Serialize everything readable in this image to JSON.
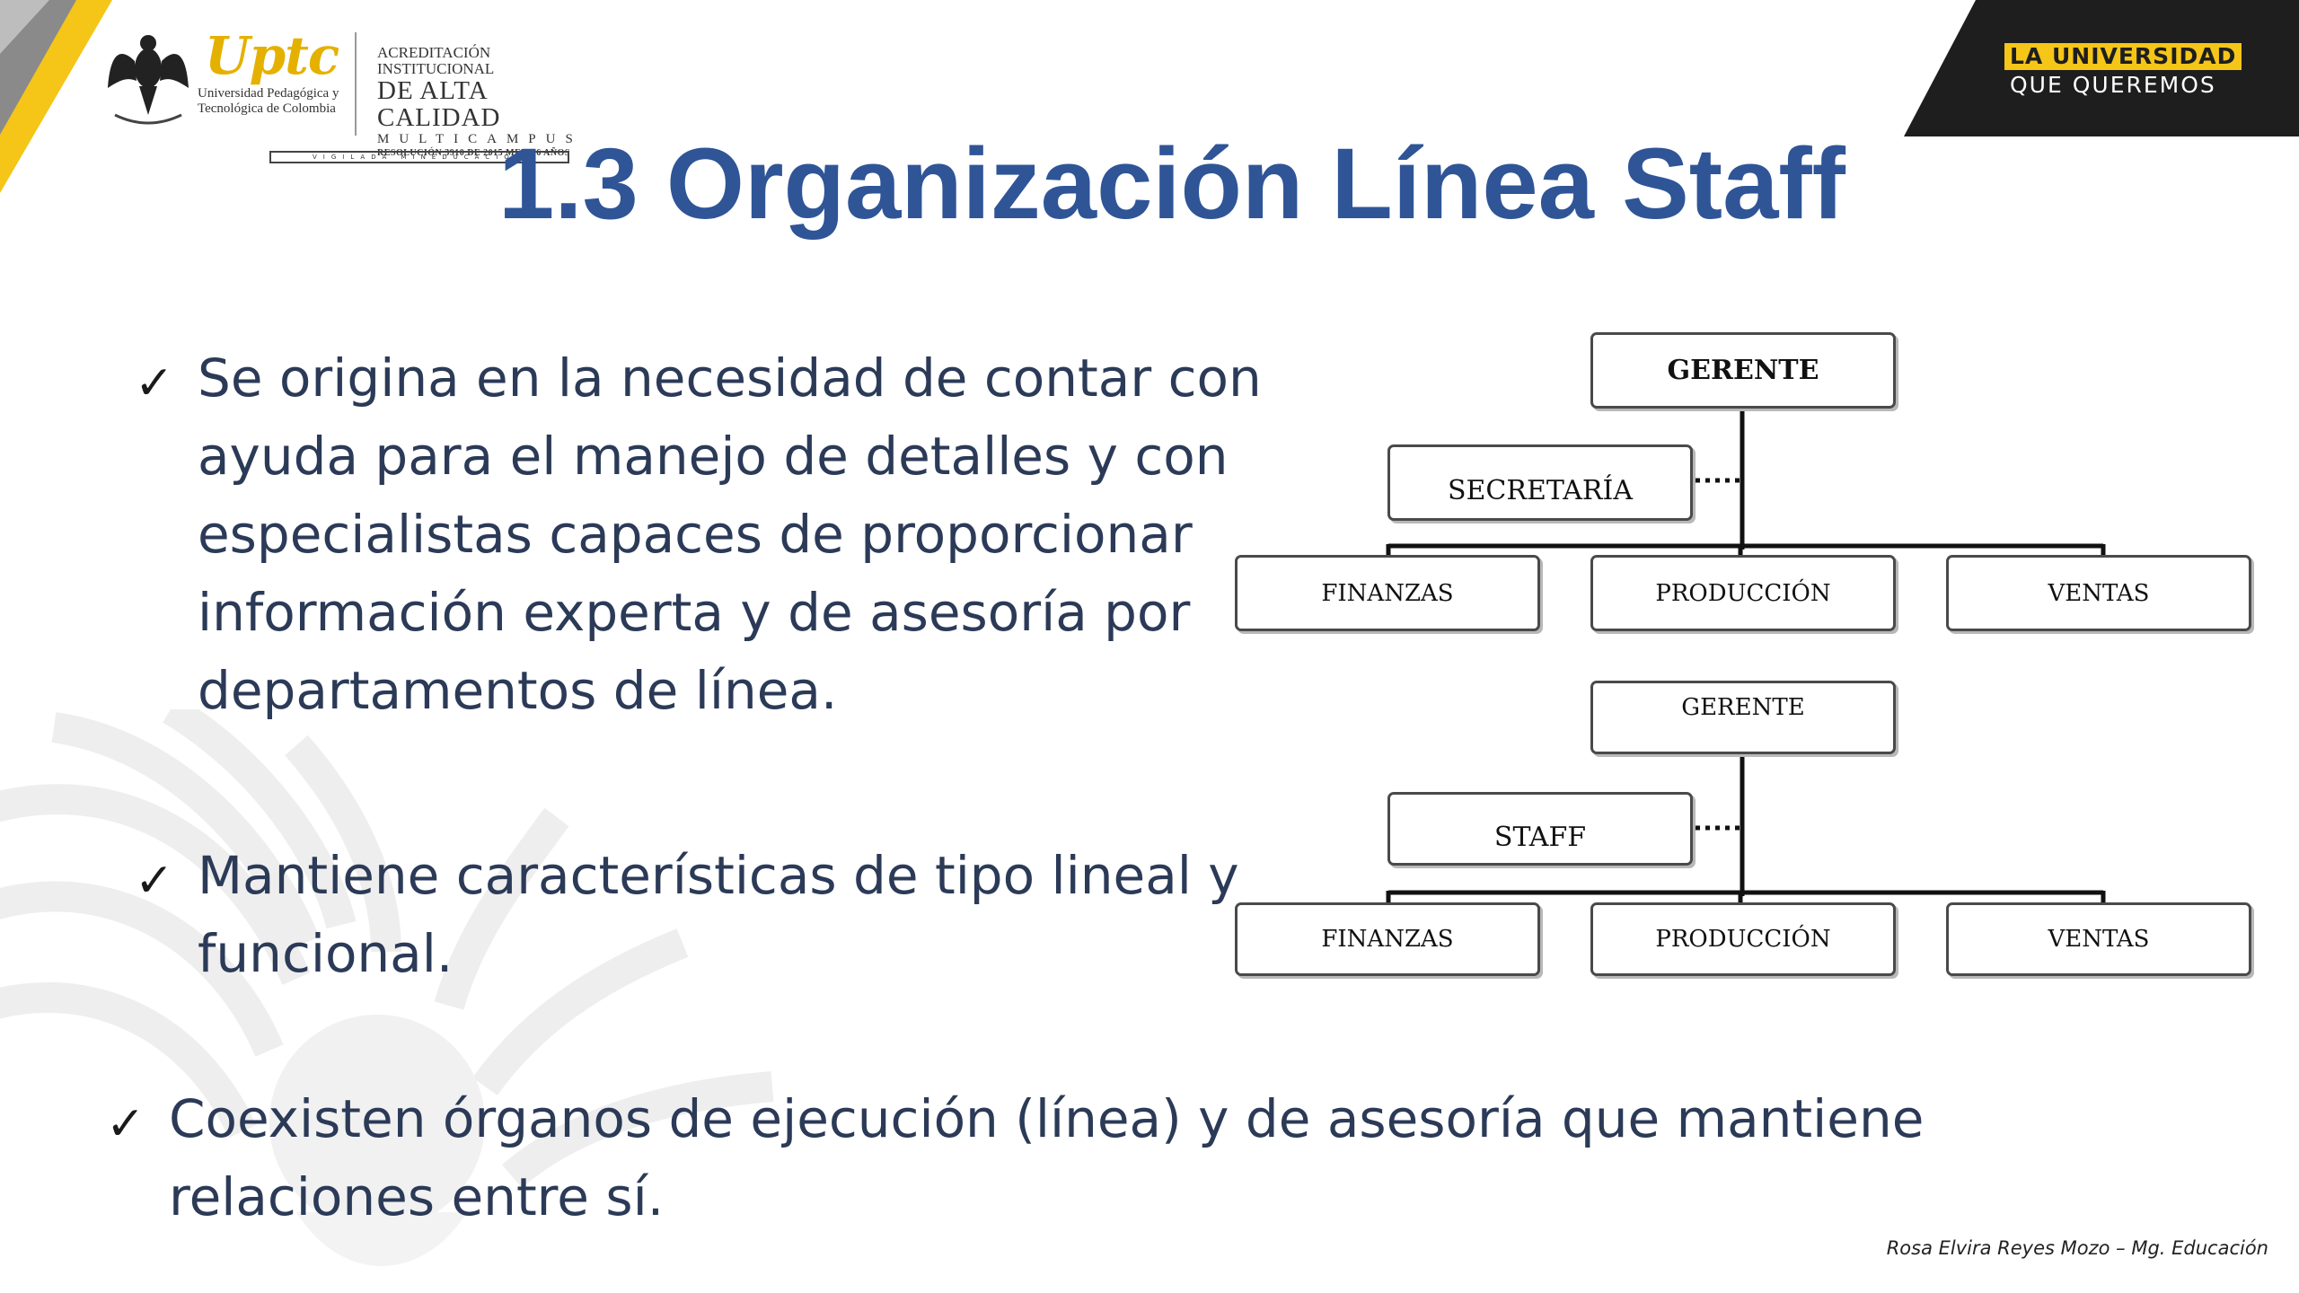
{
  "header": {
    "university_name": "Uptc",
    "university_subtitle_1": "Universidad Pedagógica y",
    "university_subtitle_2": "Tecnológica de Colombia",
    "accreditation_line_1": "ACREDITACIÓN INSTITUCIONAL",
    "accreditation_line_2": "DE ALTA CALIDAD",
    "accreditation_line_3": "MULTICAMPUS",
    "accreditation_line_4": "RESOLUCIÓN 3910 DE 2015 MEN / 6 AÑOS",
    "vigilada": "VIGILADA MINEDUCACIÓN",
    "slogan_line_1": "LA UNIVERSIDAD",
    "slogan_line_2": "QUE QUEREMOS"
  },
  "title": "1.3 Organización Línea Staff",
  "bullets": [
    {
      "check": "✓",
      "lines": [
        "Se origina en la necesidad de contar con",
        "ayuda para el manejo de detalles y con",
        "especialistas capaces de proporcionar",
        "información experta y de asesoría por",
        "departamentos de línea."
      ]
    },
    {
      "check": "✓",
      "lines": [
        "Mantiene características de tipo lineal y",
        "funcional."
      ]
    },
    {
      "check": "✓",
      "lines": [
        "Coexisten órganos de ejecución (línea) y de asesoría que mantiene",
        "relaciones entre sí."
      ]
    }
  ],
  "org_chart_1": {
    "top": "GERENTE",
    "advisor": "SECRETARÍA",
    "departments": [
      "FINANZAS",
      "PRODUCCIÓN",
      "VENTAS"
    ]
  },
  "org_chart_2": {
    "top": "GERENTE",
    "advisor": "STAFF",
    "departments": [
      "FINANZAS",
      "PRODUCCIÓN",
      "VENTAS"
    ]
  },
  "footer": "Rosa Elvira Reyes Mozo – Mg. Educación",
  "colors": {
    "title": "#2f5597",
    "body_text": "#2b3a57",
    "accent_yellow": "#f5c518",
    "dark_band": "#1e1e1e"
  }
}
